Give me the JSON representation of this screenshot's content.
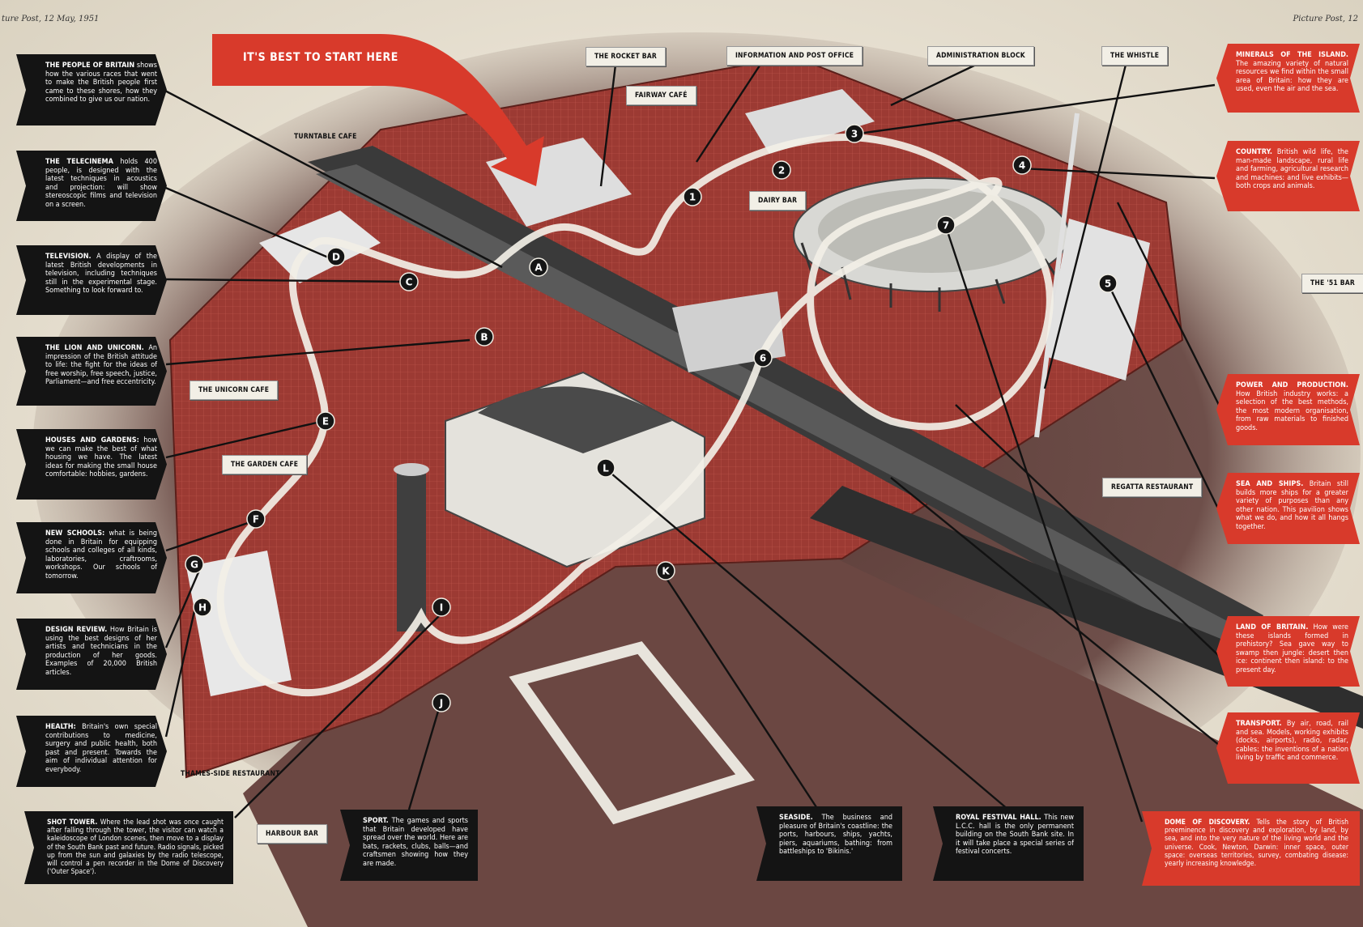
{
  "header": {
    "left": "ture Post, 12 May, 1951",
    "right": "Picture Post, 12"
  },
  "start_arrow": "IT'S BEST TO START HERE",
  "labels": {
    "rocket_bar": "THE ROCKET BAR",
    "info_post": "INFORMATION AND POST OFFICE",
    "admin_block": "ADMINISTRATION BLOCK",
    "whistle": "THE WHISTLE",
    "fairway_cafe": "FAIRWAY CAFÉ",
    "turntable_cafe": "TURNTABLE CAFE",
    "dairy_bar": "DAIRY BAR",
    "bar_51": "THE '51 BAR",
    "unicorn_cafe": "THE UNICORN CAFE",
    "garden_cafe": "THE GARDEN CAFE",
    "regatta": "REGATTA RESTAURANT",
    "thames_side": "THAMES-SIDE RESTAURANT",
    "harbour_bar": "HARBOUR BAR"
  },
  "markers": {
    "A": "A",
    "B": "B",
    "C": "C",
    "D": "D",
    "E": "E",
    "F": "F",
    "G": "G",
    "H": "H",
    "I": "I",
    "J": "J",
    "K": "K",
    "L": "L",
    "n1": "1",
    "n2": "2",
    "n3": "3",
    "n4": "4",
    "n5": "5",
    "n6": "6",
    "n7": "7"
  },
  "left_panels": [
    {
      "title": "THE PEOPLE OF BRITAIN",
      "body": " shows how the various races that went to make the British people first came to these shores, how they combined to give us our nation."
    },
    {
      "title": "THE TELECINEMA",
      "body": " holds 400 people, is designed with the latest techniques in acoustics and projection: will show stereoscopic films and television on a screen."
    },
    {
      "title": "TELEVISION.",
      "body": " A display of the latest British developments in television, including techniques still in the experimental stage. Something to look forward to."
    },
    {
      "title": "THE LION AND UNICORN.",
      "body": " An impression of the British attitude to life: the fight for the ideas of free worship, free speech, justice, Parliament—and free eccentricity."
    },
    {
      "title": "HOUSES AND GARDENS:",
      "body": " how we can make the best of what housing we have. The latest ideas for making the small house comfortable: hobbies, gardens."
    },
    {
      "title": "NEW SCHOOLS:",
      "body": " what is being done in Britain for equipping schools and colleges of all kinds, laboratories, craftrooms, workshops. Our schools of tomorrow."
    },
    {
      "title": "DESIGN REVIEW.",
      "body": " How Britain is using the best designs of her artists and technicians in the production of her goods. Examples of 20,000 British articles."
    },
    {
      "title": "HEALTH:",
      "body": " Britain's own special contributions to medicine, surgery and public health, both past and present. Towards the aim of individual attention for everybody."
    }
  ],
  "right_panels": [
    {
      "title": "MINERALS OF THE ISLAND.",
      "body": " The amazing variety of natural resources we find within the small area of Britain: how they are used, even the air and the sea."
    },
    {
      "title": "COUNTRY.",
      "body": " British wild life, the man-made landscape, rural life and farming, agricultural research and machines: and live exhibits—both crops and animals."
    },
    {
      "title": "POWER AND PRODUCTION.",
      "body": " How British industry works: a selection of the best methods, the most modern organisation, from raw materials to finished goods."
    },
    {
      "title": "SEA AND SHIPS.",
      "body": " Britain still builds more ships for a greater variety of purposes than any other nation. This pavilion shows what we do, and how it all hangs together."
    },
    {
      "title": "LAND OF BRITAIN.",
      "body": " How were these islands formed in prehistory? Sea gave way to swamp then jungle: desert then ice: continent then island: to the present day."
    },
    {
      "title": "TRANSPORT.",
      "body": " By air, road, rail and sea. Models, working exhibits (docks, airports), radio, radar, cables: the inventions of a nation living by traffic and commerce."
    }
  ],
  "bottom_panels": [
    {
      "title": "SHOT TOWER.",
      "body": " Where the lead shot was once caught after falling through the tower, the visitor can watch a kaleidoscope of London scenes, then move to a display of the South Bank past and future. Radio signals, picked up from the sun and galaxies by the radio telescope, will control a pen recorder in the Dome of Discovery ('Outer Space')."
    },
    {
      "title": "SPORT.",
      "body": " The games and sports that Britain developed have spread over the world. Here are bats, rackets, clubs, balls—and craftsmen showing how they are made."
    },
    {
      "title": "SEASIDE.",
      "body": " The business and pleasure of Britain's coastline: the ports, harbours, ships, yachts, piers, aquariums, bathing: from battleships to 'Bikinis.'"
    },
    {
      "title": "ROYAL FESTIVAL HALL.",
      "body": " This new L.C.C. hall is the only permanent building on the South Bank site. In it will take place a special series of festival concerts."
    },
    {
      "title": "DOME OF DISCOVERY.",
      "body": " Tells the story of British preeminence in discovery and exploration, by land, by sea, and into the very nature of the living world and the universe. Cook, Newton, Darwin: inner space, outer space: overseas territories, survey, combating disease: yearly increasing knowledge."
    }
  ],
  "colors": {
    "red": "#d83a2b",
    "black": "#141414",
    "river": "#6e4a45",
    "site": "#9c3a33"
  }
}
